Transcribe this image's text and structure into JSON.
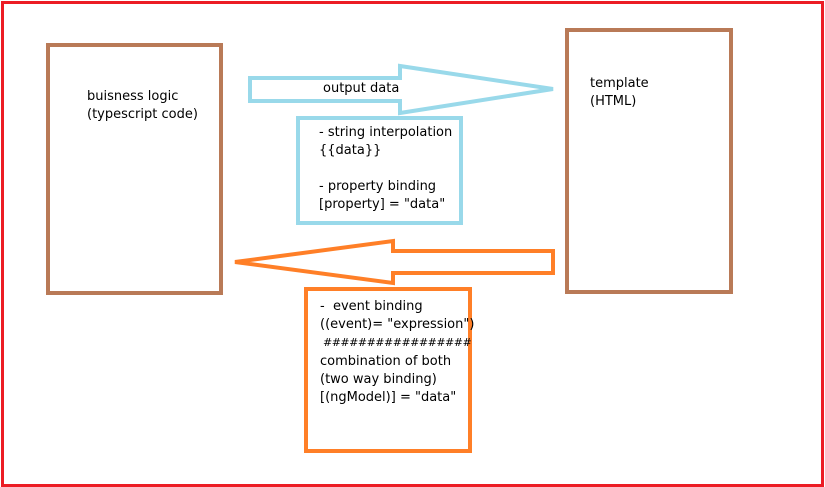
{
  "colors": {
    "frame": "#ec1c24",
    "component_box": "#b97a57",
    "output_arrow": "#99d9ea",
    "input_arrow": "#ff7f27"
  },
  "business_logic": {
    "line1": "buisness logic",
    "line2": "(typescript code)"
  },
  "template": {
    "line1": "template",
    "line2": "(HTML)"
  },
  "output_arrow": {
    "label": "output data"
  },
  "output_box": {
    "lines": [
      "- string interpolation",
      "{{data}}",
      "",
      "- property binding",
      "[property] = \"data\""
    ]
  },
  "input_box": {
    "lines": [
      "-  event binding",
      "((event)= \"expression\")",
      " #################",
      "combination of both",
      "(two way binding)",
      "[(ngModel)] = \"data\""
    ]
  }
}
